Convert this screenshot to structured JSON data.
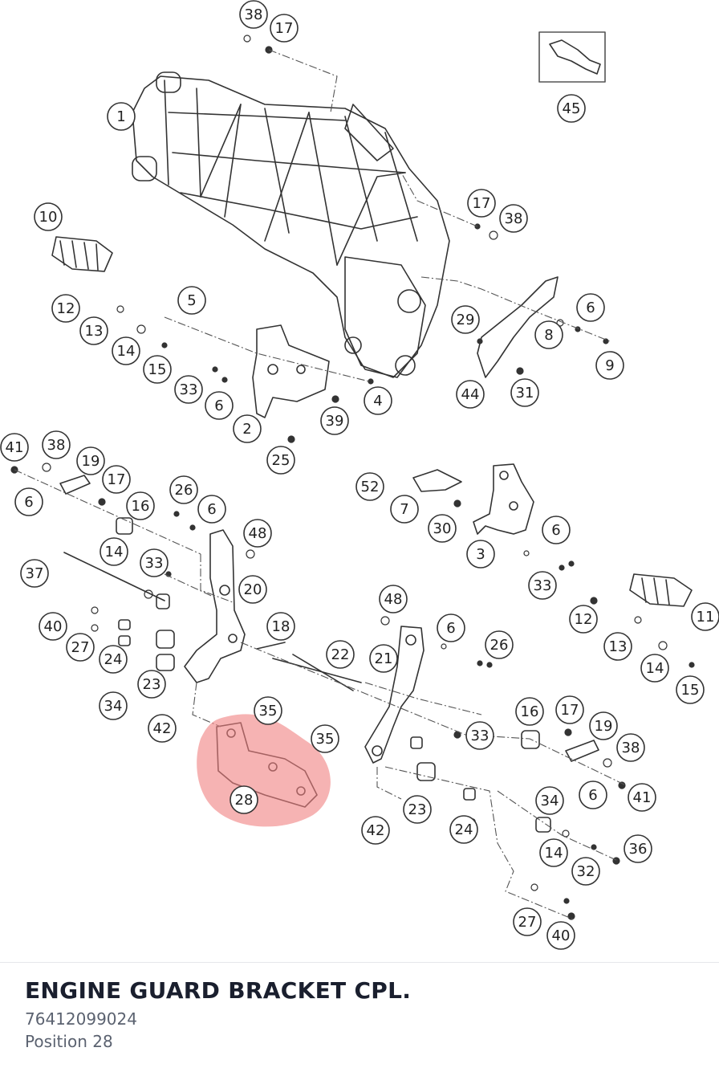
{
  "part": {
    "name": "ENGINE GUARD BRACKET CPL.",
    "number": "76412099024",
    "position": "Position 28"
  },
  "highlight_color": "#f08080",
  "callouts": [
    {
      "label": "38"
    },
    {
      "label": "17"
    },
    {
      "label": "45"
    },
    {
      "label": "1"
    },
    {
      "label": "17"
    },
    {
      "label": "38"
    },
    {
      "label": "10"
    },
    {
      "label": "12"
    },
    {
      "label": "13"
    },
    {
      "label": "14"
    },
    {
      "label": "15"
    },
    {
      "label": "5"
    },
    {
      "label": "33"
    },
    {
      "label": "6"
    },
    {
      "label": "2"
    },
    {
      "label": "25"
    },
    {
      "label": "39"
    },
    {
      "label": "4"
    },
    {
      "label": "29"
    },
    {
      "label": "6"
    },
    {
      "label": "8"
    },
    {
      "label": "9"
    },
    {
      "label": "44"
    },
    {
      "label": "31"
    },
    {
      "label": "41"
    },
    {
      "label": "38"
    },
    {
      "label": "19"
    },
    {
      "label": "17"
    },
    {
      "label": "6"
    },
    {
      "label": "16"
    },
    {
      "label": "26"
    },
    {
      "label": "6"
    },
    {
      "label": "48"
    },
    {
      "label": "14"
    },
    {
      "label": "33"
    },
    {
      "label": "37"
    },
    {
      "label": "20"
    },
    {
      "label": "40"
    },
    {
      "label": "27"
    },
    {
      "label": "24"
    },
    {
      "label": "18"
    },
    {
      "label": "23"
    },
    {
      "label": "34"
    },
    {
      "label": "42"
    },
    {
      "label": "52"
    },
    {
      "label": "7"
    },
    {
      "label": "30"
    },
    {
      "label": "3"
    },
    {
      "label": "6"
    },
    {
      "label": "33"
    },
    {
      "label": "12"
    },
    {
      "label": "11"
    },
    {
      "label": "13"
    },
    {
      "label": "14"
    },
    {
      "label": "15"
    },
    {
      "label": "48"
    },
    {
      "label": "6"
    },
    {
      "label": "26"
    },
    {
      "label": "22"
    },
    {
      "label": "21"
    },
    {
      "label": "35"
    },
    {
      "label": "35"
    },
    {
      "label": "28"
    },
    {
      "label": "33"
    },
    {
      "label": "16"
    },
    {
      "label": "17"
    },
    {
      "label": "19"
    },
    {
      "label": "38"
    },
    {
      "label": "6"
    },
    {
      "label": "41"
    },
    {
      "label": "34"
    },
    {
      "label": "23"
    },
    {
      "label": "42"
    },
    {
      "label": "24"
    },
    {
      "label": "14"
    },
    {
      "label": "32"
    },
    {
      "label": "36"
    },
    {
      "label": "27"
    },
    {
      "label": "40"
    }
  ]
}
